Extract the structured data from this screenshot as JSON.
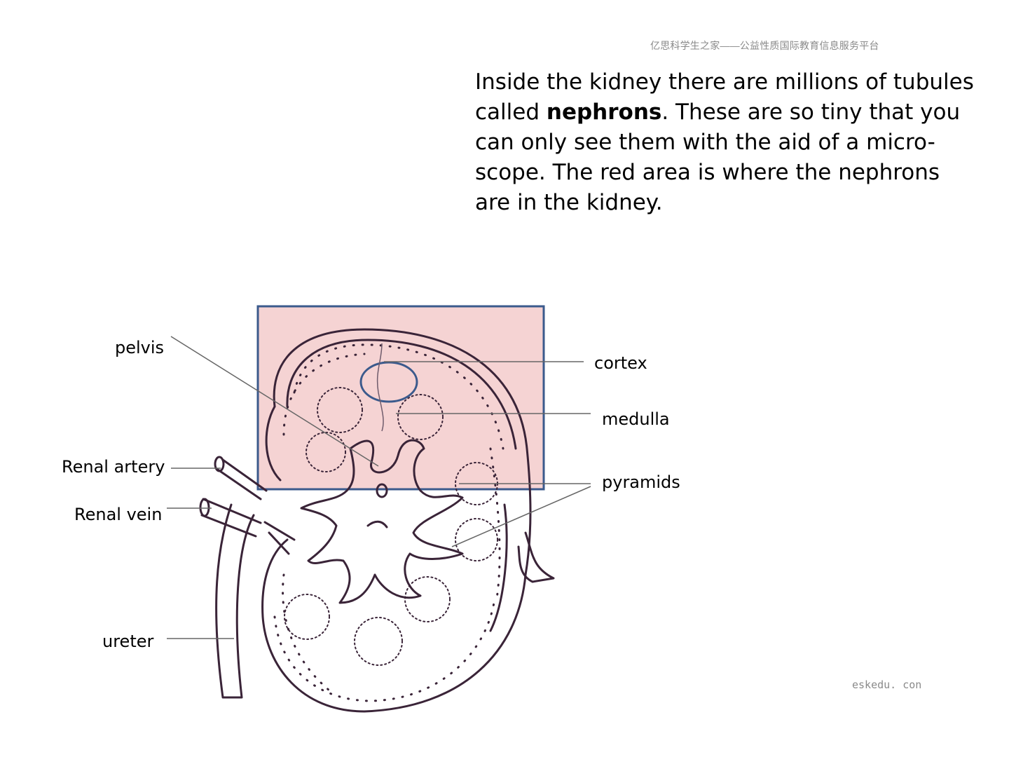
{
  "watermark_top": "亿思科学生之家——公益性质国际教育信息服务平台",
  "watermark_bottom": "eskedu. con",
  "intro": {
    "part1": "Inside the kidney there are millions of tubules called ",
    "bold": "nephrons",
    "part2": ". These are so tiny that you can only see them with the aid of a micro-scope. The red area is where the nephrons are in the kidney."
  },
  "labels": {
    "pelvis": "pelvis",
    "renal_artery": "Renal artery",
    "renal_vein": "Renal vein",
    "ureter": "ureter",
    "cortex": "cortex",
    "medulla": "medulla",
    "pyramids": "pyramids"
  },
  "colors": {
    "highlight_fill": "#f5d3d3",
    "highlight_border": "#3b5a8c",
    "ink": "#3a2438"
  }
}
